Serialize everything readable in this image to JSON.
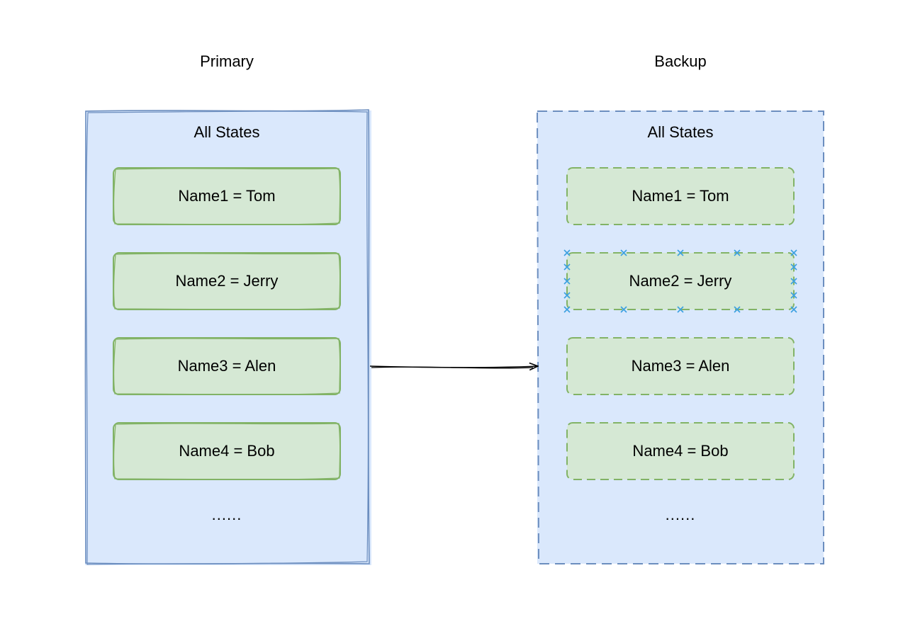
{
  "colors": {
    "group_fill": "#dae8fc",
    "group_stroke": "#6c8ebf",
    "entry_fill": "#d5e8d4",
    "entry_stroke": "#82b366",
    "selection_handle": "#3aa0e0",
    "arrow": "#000000"
  },
  "primary": {
    "heading": "Primary",
    "title": "All States",
    "entries": [
      {
        "text": "Name1 = Tom"
      },
      {
        "text": "Name2 = Jerry"
      },
      {
        "text": "Name3 = Alen"
      },
      {
        "text": "Name4 = Bob"
      }
    ],
    "ellipsis": "......",
    "border_style": "solid"
  },
  "backup": {
    "heading": "Backup",
    "title": "All States",
    "entries": [
      {
        "text": "Name1 = Tom",
        "selected": false
      },
      {
        "text": "Name2 = Jerry",
        "selected": true
      },
      {
        "text": "Name3 = Alen",
        "selected": false
      },
      {
        "text": "Name4 = Bob",
        "selected": false
      }
    ],
    "ellipsis": "......",
    "border_style": "dashed"
  },
  "connector": {
    "from": "primary",
    "to": "backup",
    "style": "arrow"
  }
}
